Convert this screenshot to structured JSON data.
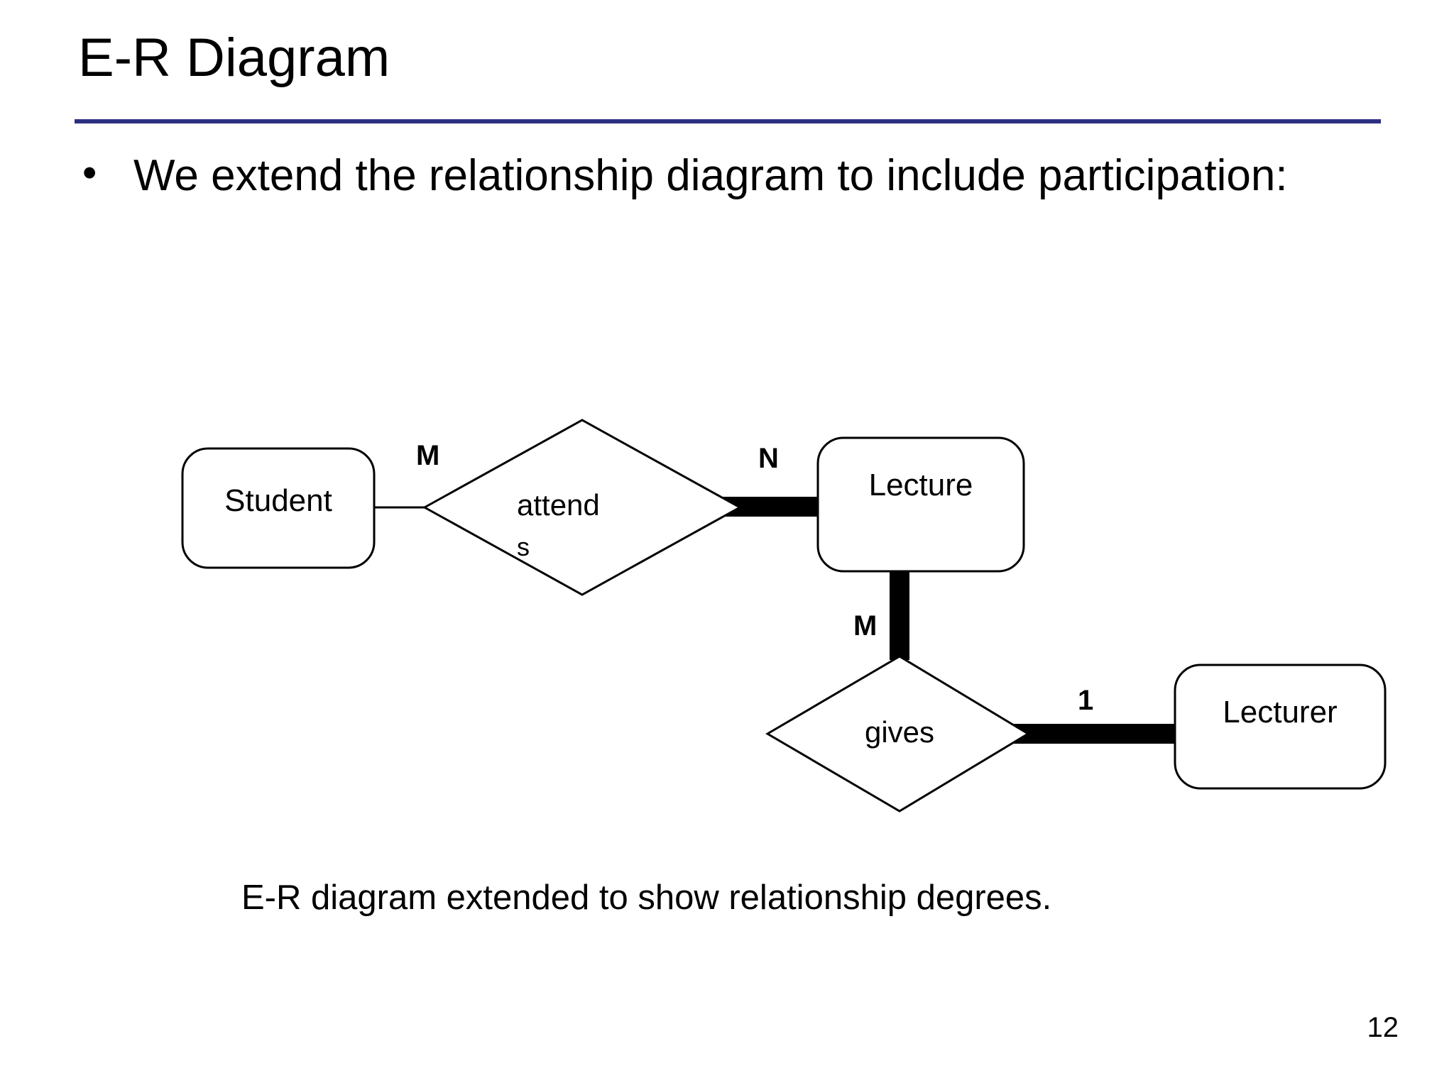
{
  "slide": {
    "title": "E-R Diagram",
    "page_number": "12",
    "rule_color": "#2b3080",
    "bullet_marker": "•",
    "bullet_text": "We extend the relationship diagram to include participation:",
    "caption": "E-R diagram extended to show relationship degrees."
  },
  "diagram": {
    "entities": [
      {
        "id": "student",
        "label": "Student"
      },
      {
        "id": "lecture",
        "label": "Lecture"
      },
      {
        "id": "lecturer",
        "label": "Lecturer"
      }
    ],
    "relationships": [
      {
        "id": "attends",
        "label_line1": "attend",
        "label_line2": "s",
        "label": "attends"
      },
      {
        "id": "gives",
        "label_line1": "gives",
        "label_line2": "",
        "label": "gives"
      }
    ],
    "cardinalities": [
      {
        "id": "student-attends",
        "label": "M"
      },
      {
        "id": "attends-lecture",
        "label": "N"
      },
      {
        "id": "lecture-gives",
        "label": "M"
      },
      {
        "id": "gives-lecturer",
        "label": "1"
      }
    ],
    "connector_notes": {
      "student_attends": "thin line (partial participation)",
      "attends_lecture": "thick line (total participation)",
      "lecture_gives": "thick line (total participation)",
      "gives_lecturer": "thick line (total participation)"
    }
  }
}
